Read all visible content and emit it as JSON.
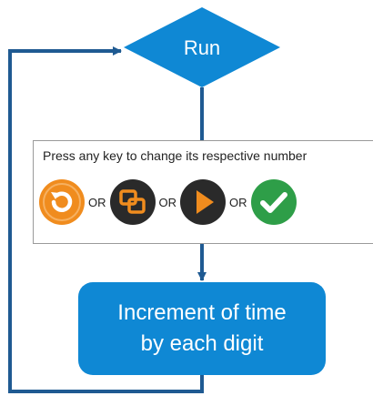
{
  "colors": {
    "shape_fill": "#0f88d4",
    "line": "#1f5a92",
    "restart_icon_bg": "#f08c1e",
    "copy_icon_bg": "#2a2a2a",
    "play_icon_bg": "#2a2a2a",
    "check_icon_bg": "#2e9e48"
  },
  "run": {
    "label": "Run"
  },
  "instruction": {
    "text": "Press any key to change its respective number",
    "separator": "OR",
    "options": [
      {
        "icon": "restart-icon"
      },
      {
        "icon": "copy-icon"
      },
      {
        "icon": "play-icon"
      },
      {
        "icon": "check-icon"
      }
    ]
  },
  "increment": {
    "line1": "Increment of time",
    "line2": "by each digit"
  }
}
